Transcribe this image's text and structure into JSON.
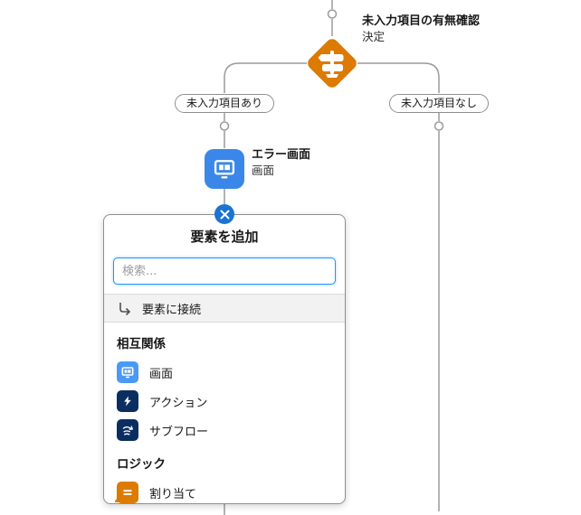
{
  "canvas": {
    "decision_node": {
      "title": "未入力項目の有無確認",
      "subtitle": "決定",
      "icon": "decision-signpost-icon"
    },
    "branch_left": {
      "label": "未入力項目あり"
    },
    "branch_right": {
      "label": "未入力項目なし"
    },
    "screen_node": {
      "title": "エラー画面",
      "subtitle": "画面",
      "icon": "screen-monitor-icon"
    }
  },
  "popup": {
    "title": "要素を追加",
    "search": {
      "placeholder": "検索..."
    },
    "connect": {
      "label": "要素に接続",
      "icon": "connect-arrow-icon"
    },
    "sections": [
      {
        "header": "相互関係",
        "items": [
          {
            "label": "画面",
            "icon": "screen-icon"
          },
          {
            "label": "アクション",
            "icon": "action-icon"
          },
          {
            "label": "サブフロー",
            "icon": "subflow-icon"
          }
        ]
      },
      {
        "header": "ロジック",
        "items": [
          {
            "label": "割り当て",
            "icon": "assignment-icon"
          }
        ]
      }
    ]
  },
  "colors": {
    "decision_orange": "#DD7A01",
    "assignment_orange": "#DD7A01",
    "screen_blue_canvas": "#3B87E9",
    "screen_blue_menu": "#4A9AF5",
    "action_navy": "#0B2E61",
    "close_button_blue": "#1B74D3",
    "search_focus_blue": "#1B96FF",
    "connector_gray": "#9A9A9A"
  }
}
